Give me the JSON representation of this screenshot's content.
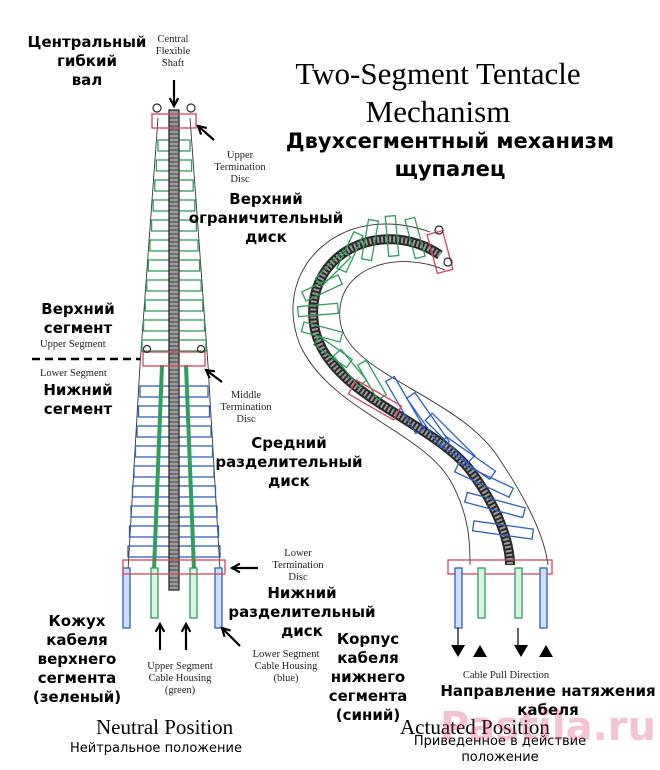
{
  "title": {
    "en_line1": "Two-Segment Tentacle",
    "en_line2": "Mechanism",
    "ru_line1": "Двухсегментный механизм",
    "ru_line2": "щупалец"
  },
  "labels": {
    "central_shaft_ru": [
      "Центральный",
      "гибкий",
      "вал"
    ],
    "central_shaft_en": [
      "Central",
      "Flexible",
      "Shaft"
    ],
    "upper_disc_en": [
      "Upper",
      "Termination",
      "Disc"
    ],
    "upper_disc_ru": [
      "Верхний",
      "ограничительный",
      "диск"
    ],
    "upper_segment_ru": [
      "Верхний",
      "сегмент"
    ],
    "upper_segment_en": "Upper Segment",
    "lower_segment_en": "Lower Segment",
    "lower_segment_ru": [
      "Нижний",
      "сегмент"
    ],
    "middle_disc_en": [
      "Middle",
      "Termination",
      "Disc"
    ],
    "middle_disc_ru": [
      "Средний",
      "разделительный",
      "диск"
    ],
    "lower_disc_en": [
      "Lower",
      "Termination",
      "Disc"
    ],
    "lower_disc_ru": [
      "Нижний",
      "разделительный",
      "диск"
    ],
    "upper_housing_ru": [
      "Кожух",
      "кабеля",
      "верхнего",
      "сегмента",
      "(зеленый)"
    ],
    "upper_housing_en": [
      "Upper Segment",
      "Cable Housing",
      "(green)"
    ],
    "lower_housing_en": [
      "Lower Segment",
      "Cable Housing",
      "(blue)"
    ],
    "lower_housing_ru": [
      "Корпус",
      "кабеля",
      "нижнего",
      "сегмента",
      "(синий)"
    ],
    "pull_en": "Cable Pull Direction",
    "pull_ru": [
      "Направление натяжения",
      "кабеля"
    ],
    "neutral_en": "Neutral Position",
    "neutral_ru": "Нейтральное положение",
    "actuated_en": "Actuated Position",
    "actuated_ru": [
      "Приведенное в действие",
      "положение"
    ]
  },
  "watermark": "Pastila.ru",
  "colors": {
    "green": "#2e9e5a",
    "blue": "#2e5fbf",
    "red": "#d8405a",
    "shaft": "#2a2a2a",
    "wire": "#333333"
  }
}
